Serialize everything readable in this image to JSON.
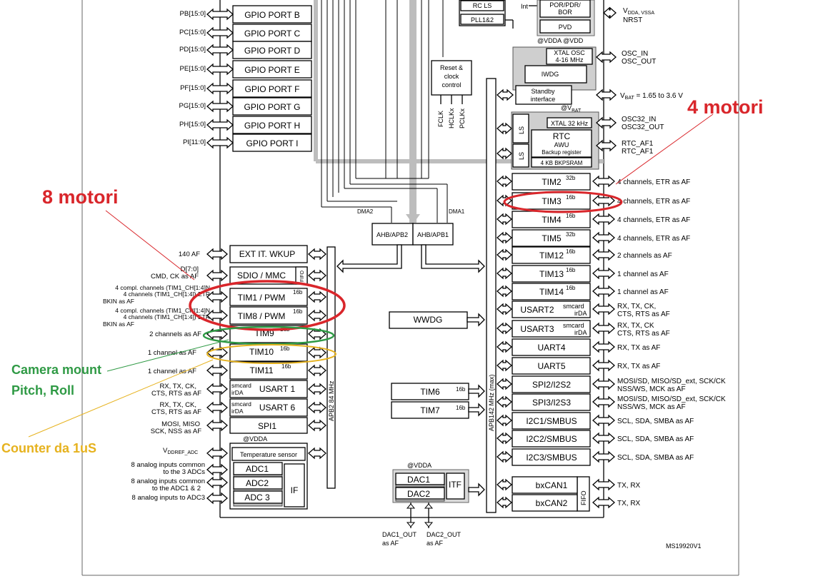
{
  "ports": [
    {
      "pin": "PB[15:0]",
      "label": "GPIO PORT B"
    },
    {
      "pin": "PC[15:0]",
      "label": "GPIO PORT C"
    },
    {
      "pin": "PD[15:0]",
      "label": "GPIO PORT D"
    },
    {
      "pin": "PE[15:0]",
      "label": "GPIO PORT E"
    },
    {
      "pin": "PF[15:0]",
      "label": "GPIO PORT F"
    },
    {
      "pin": "PG[15:0]",
      "label": "GPIO PORT G"
    },
    {
      "pin": "PH[15:0]",
      "label": "GPIO PORT H"
    },
    {
      "pin": "PI[11:0]",
      "label": "GPIO PORT I"
    }
  ],
  "top_blocks": {
    "rc_ls": "RC LS",
    "pll": "PLL1&2",
    "int": "Int",
    "por": "POR/PDR/",
    "bor": "BOR",
    "pvd": "PVD",
    "vdda_vdd": "@VDDA  @VDD",
    "xtal_osc_1": "XTAL OSC",
    "xtal_osc_2": "4-16 MHz",
    "iwdg": "IWDG",
    "standby_1": "Standby",
    "standby_2": "interface",
    "reset_1": "Reset &",
    "reset_2": "clock",
    "reset_3": "control",
    "clk_outs": [
      "FCLK",
      "HCLKx",
      "PCLKx"
    ],
    "vbat_at": "@V",
    "vbat_sub": "BAT",
    "xtal32": "XTAL 32 kHz",
    "rtc": "RTC",
    "awu": "AWU",
    "backup_reg": "Backup register",
    "bkpsram": "4 KB BKPSRAM",
    "ls": "LS"
  },
  "right_top_pins": {
    "vdda": "V",
    "vdda_rest": "DDA, V",
    "vssa": "SSA",
    "nrst": "NRST",
    "osc_in": "OSC_IN",
    "osc_out": "OSC_OUT",
    "vbat": "V",
    "vbat_sub": "BAT",
    "vbat_rest": " = 1.65 to 3.6 V",
    "osc32_in": "OSC32_IN",
    "osc32_out": "OSC32_OUT",
    "rtc_af1": "RTC_AF1",
    "rtc_af2": "RTC_AF1"
  },
  "dma": {
    "dma2": "DMA2",
    "dma1": "DMA1",
    "ahb_apb2": "AHB/APB2",
    "ahb_apb1": "AHB/APB1"
  },
  "apb1": [
    {
      "label": "TIM2",
      "tag": "32b",
      "pin": "4 channels, ETR as AF"
    },
    {
      "label": "TIM3",
      "tag": "16b",
      "pin": "4 channels, ETR as AF"
    },
    {
      "label": "TIM4",
      "tag": "16b",
      "pin": "4 channels, ETR as AF"
    },
    {
      "label": "TIM5",
      "tag": "32b",
      "pin": "4 channels, ETR as AF"
    },
    {
      "label": "TIM12",
      "tag": "16b",
      "pin": "2 channels as AF"
    },
    {
      "label": "TIM13",
      "tag": "16b",
      "pin": "1 channel as AF"
    },
    {
      "label": "TIM14",
      "tag": "16b",
      "pin": "1 channel as AF"
    },
    {
      "label": "USART2",
      "tag": "smcard",
      "tag2": "irDA",
      "pin": "RX, TX, CK,",
      "pin2": "CTS, RTS as AF"
    },
    {
      "label": "USART3",
      "tag": "smcard",
      "tag2": "irDA",
      "pin": "RX, TX, CK",
      "pin2": "CTS, RTS as AF"
    },
    {
      "label": "UART4",
      "tag": "",
      "pin": "RX, TX as AF"
    },
    {
      "label": "UART5",
      "tag": "",
      "pin": "RX, TX as AF"
    },
    {
      "label": "SPI2/I2S2",
      "tag": "",
      "pin": "MOSI/SD, MISO/SD_ext, SCK/CK",
      "pin2": "NSS/WS, MCK as AF"
    },
    {
      "label": "SPI3/I2S3",
      "tag": "",
      "pin": "MOSI/SD, MISO/SD_ext, SCK/CK",
      "pin2": "NSS/WS, MCK as AF"
    },
    {
      "label": "I2C1/SMBUS",
      "tag": "",
      "pin": "SCL, SDA, SMBA as AF"
    },
    {
      "label": "I2C2/SMBUS",
      "tag": "",
      "pin": "SCL, SDA, SMBA as AF"
    },
    {
      "label": "I2C3/SMBUS",
      "tag": "",
      "pin": "SCL, SDA, SMBA as AF"
    }
  ],
  "can": [
    {
      "label": "bxCAN1",
      "pin": "TX, RX"
    },
    {
      "label": "bxCAN2",
      "pin": "TX, RX"
    }
  ],
  "fifo": "FIFO",
  "apb1_bus": "APB142  MHz (max)",
  "apb2_bus": "APB2 84 MHz",
  "apb2": {
    "exti": "EXT IT. WKUP",
    "exti_pin": "140 AF",
    "sdio": "SDIO / MMC",
    "sdio_pin1": "D[7:0]",
    "sdio_pin2": "CMD, CK as AF",
    "tim1": "TIM1 / PWM",
    "tim1_pin1": "4 compl. channels (TIM1_CH[1:4]N",
    "tim1_pin2": "4 channels (TIM1_CH[1:4]) ETR",
    "tim1_pin3": "BKIN as AF",
    "tim8": "TIM8 / PWM",
    "tim8_pin1": "4 compl. channels (TIM1_CH[1:4]N",
    "tim8_pin2": "4 channels (TIM1_CH[1:4]) ETR",
    "tim8_pin3": "BKIN as AF",
    "tim9": "TIM9",
    "tim9_pin": "2 channels as AF",
    "tim10": "TIM10",
    "tim10_pin": "1 channel as AF",
    "tim11": "TIM11",
    "tim11_pin": "1 channel as AF",
    "tag16b": "16b",
    "usart1": "USART 1",
    "usart1_pin1": "RX, TX, CK,",
    "usart1_pin2": "CTS, RTS as AF",
    "usart6": "USART 6",
    "usart6_pin1": "RX, TX, CK,",
    "usart6_pin2": "CTS, RTS as AF",
    "smcard": "smcard",
    "irda": "irDA",
    "spi1": "SPI1",
    "spi1_pin1": "MOSI, MISO",
    "spi1_pin2": "SCK, NSS as AF",
    "vdda": "@VDDA",
    "temp": "Temperature sensor",
    "vddref": "V",
    "vddref_sub": "DDREF_ADC",
    "adc1": "ADC1",
    "adc2": "ADC2",
    "adc3": "ADC 3",
    "if": "IF",
    "adc_pin1a": "8 analog inputs common",
    "adc_pin1b": "to the 3 ADCs",
    "adc_pin2a": "8 analog inputs common",
    "adc_pin2b": "to the ADC1 & 2",
    "adc_pin3": "8 analog inputs to ADC3"
  },
  "wwdg": "WWDG",
  "tim6": "TIM6",
  "tim7": "TIM7",
  "dac": {
    "vdda": "@VDDA",
    "dac1": "DAC1",
    "dac2": "DAC2",
    "itf": "ITF",
    "out1a": "DAC1_OUT",
    "out1b": "as AF",
    "out2a": "DAC2_OUT",
    "out2b": "as AF"
  },
  "figure_id": "MS19920V1",
  "annotations": {
    "motors8": "8 motori",
    "motors4": "4 motori",
    "camera1": "Camera mount",
    "camera2": "Pitch, Roll",
    "counter": "Counter da 1uS",
    "red": "#d9262b",
    "green": "#2f9a45",
    "yellow": "#e6b21e"
  }
}
